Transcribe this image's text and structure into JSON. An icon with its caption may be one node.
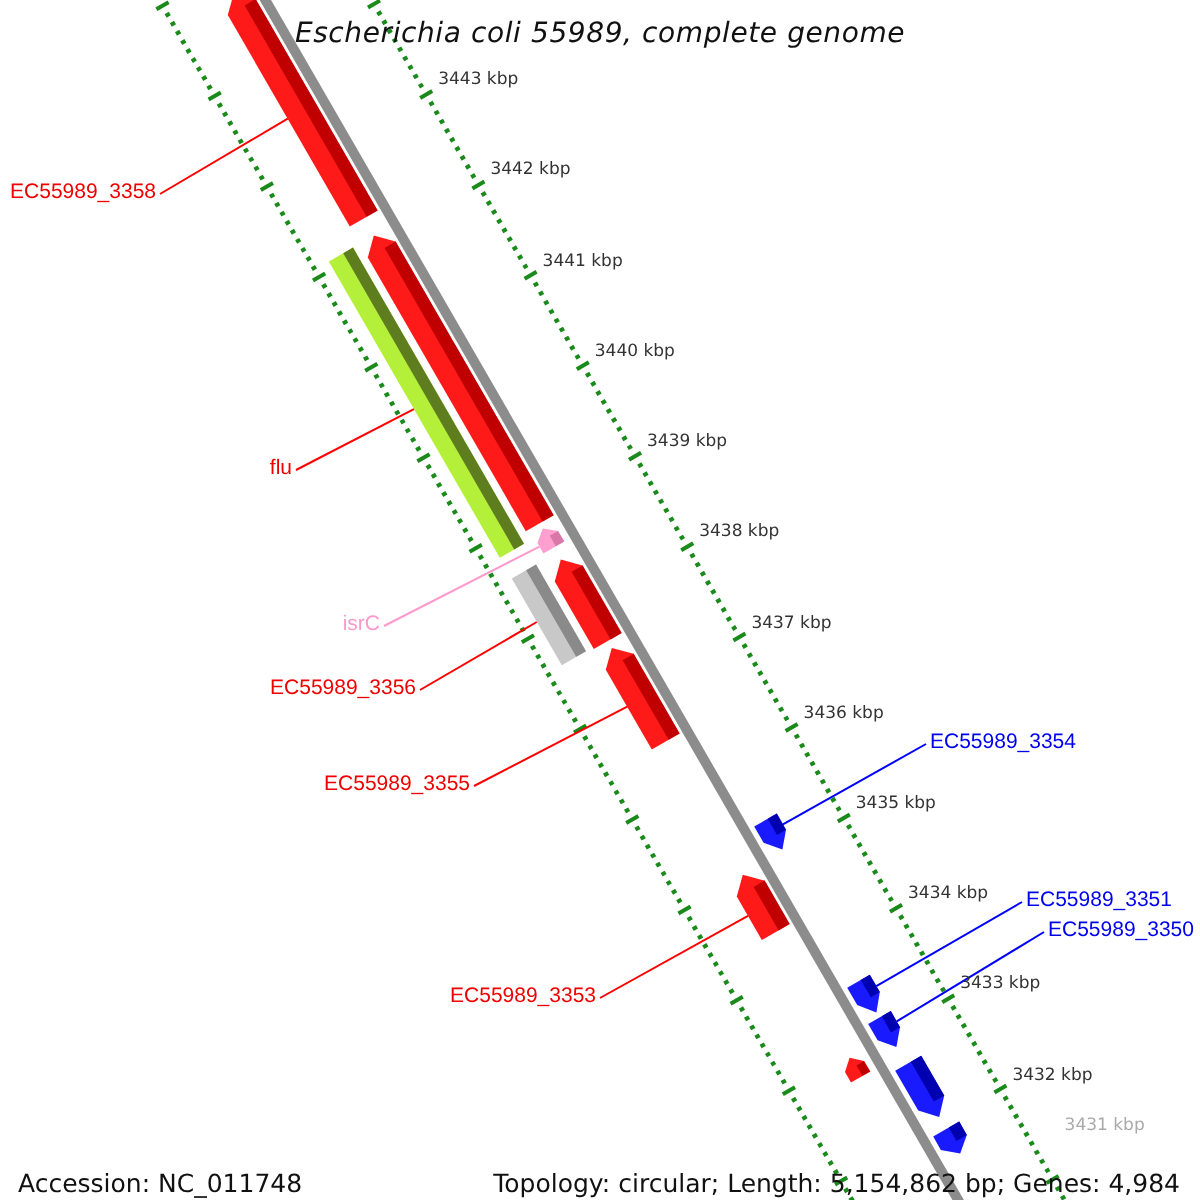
{
  "diagram": {
    "title": "Escherichia coli 55989, complete genome",
    "nodes": [
      {
        "text": [
          "EC55989_3358"
        ]
      },
      {
        "text": [
          "flu"
        ]
      },
      {
        "text": [
          "isrC"
        ]
      },
      {
        "text": [
          "EC55989_3356"
        ]
      },
      {
        "text": [
          "EC55989_3354"
        ]
      },
      {
        "text": [
          "EC55989_3355"
        ]
      },
      {
        "text": [
          "EC55989_3351"
        ]
      },
      {
        "text": [
          "EC55989_3350"
        ]
      },
      {
        "text": [
          "EC55989_3353"
        ]
      },
      {
        "text": [],
        "shape": "bar"
      },
      {
        "text": [],
        "shape": "bar"
      },
      {
        "text": [],
        "shape": "bar"
      },
      {
        "text": [],
        "shape": "bar"
      },
      {
        "text": [],
        "shape": "bar"
      },
      {
        "text": [],
        "shape": "bar"
      },
      {
        "text": [],
        "shape": "bar"
      },
      {
        "text": [],
        "shape": "bar"
      },
      {
        "text": [],
        "shape": "bar"
      },
      {
        "text": [],
        "shape": "bar"
      },
      {
        "text": [],
        "shape": "bar"
      },
      {
        "text": [],
        "shape": "bar"
      },
      {
        "text": [],
        "shape": "bar"
      },
      {
        "text": [],
        "shape": "bar"
      }
    ],
    "edges": [
      {
        "from": 0,
        "to": 9,
        "arrow": "none"
      },
      {
        "from": 1,
        "to": 10,
        "arrow": "none"
      },
      {
        "from": 2,
        "to": 12,
        "arrow": "none",
        "color": "#ff99cc"
      },
      {
        "from": 3,
        "to": 13,
        "arrow": "none"
      },
      {
        "from": 4,
        "to": 16,
        "arrow": "none",
        "color": "#0000ff"
      },
      {
        "from": 5,
        "to": 15,
        "arrow": "none"
      },
      {
        "from": 6,
        "to": 18,
        "arrow": "none",
        "color": "#0000ff"
      },
      {
        "from": 7,
        "to": 19,
        "arrow": "none",
        "color": "#0000ff"
      },
      {
        "from": 8,
        "to": 17,
        "arrow": "none"
      }
    ],
    "labels": [
      "3443 kbp",
      "3442 kbp",
      "3441 kbp",
      "3440 kbp",
      "3439 kbp",
      "3438 kbp",
      "3437 kbp",
      "3436 kbp",
      "3435 kbp",
      "3434 kbp",
      "3433 kbp",
      "3432 kbp",
      "3431 kbp",
      "Accession: NC_011748",
      "Topology: circular; Length: 5,154,862 bp; Genes: 4,984"
    ]
  }
}
